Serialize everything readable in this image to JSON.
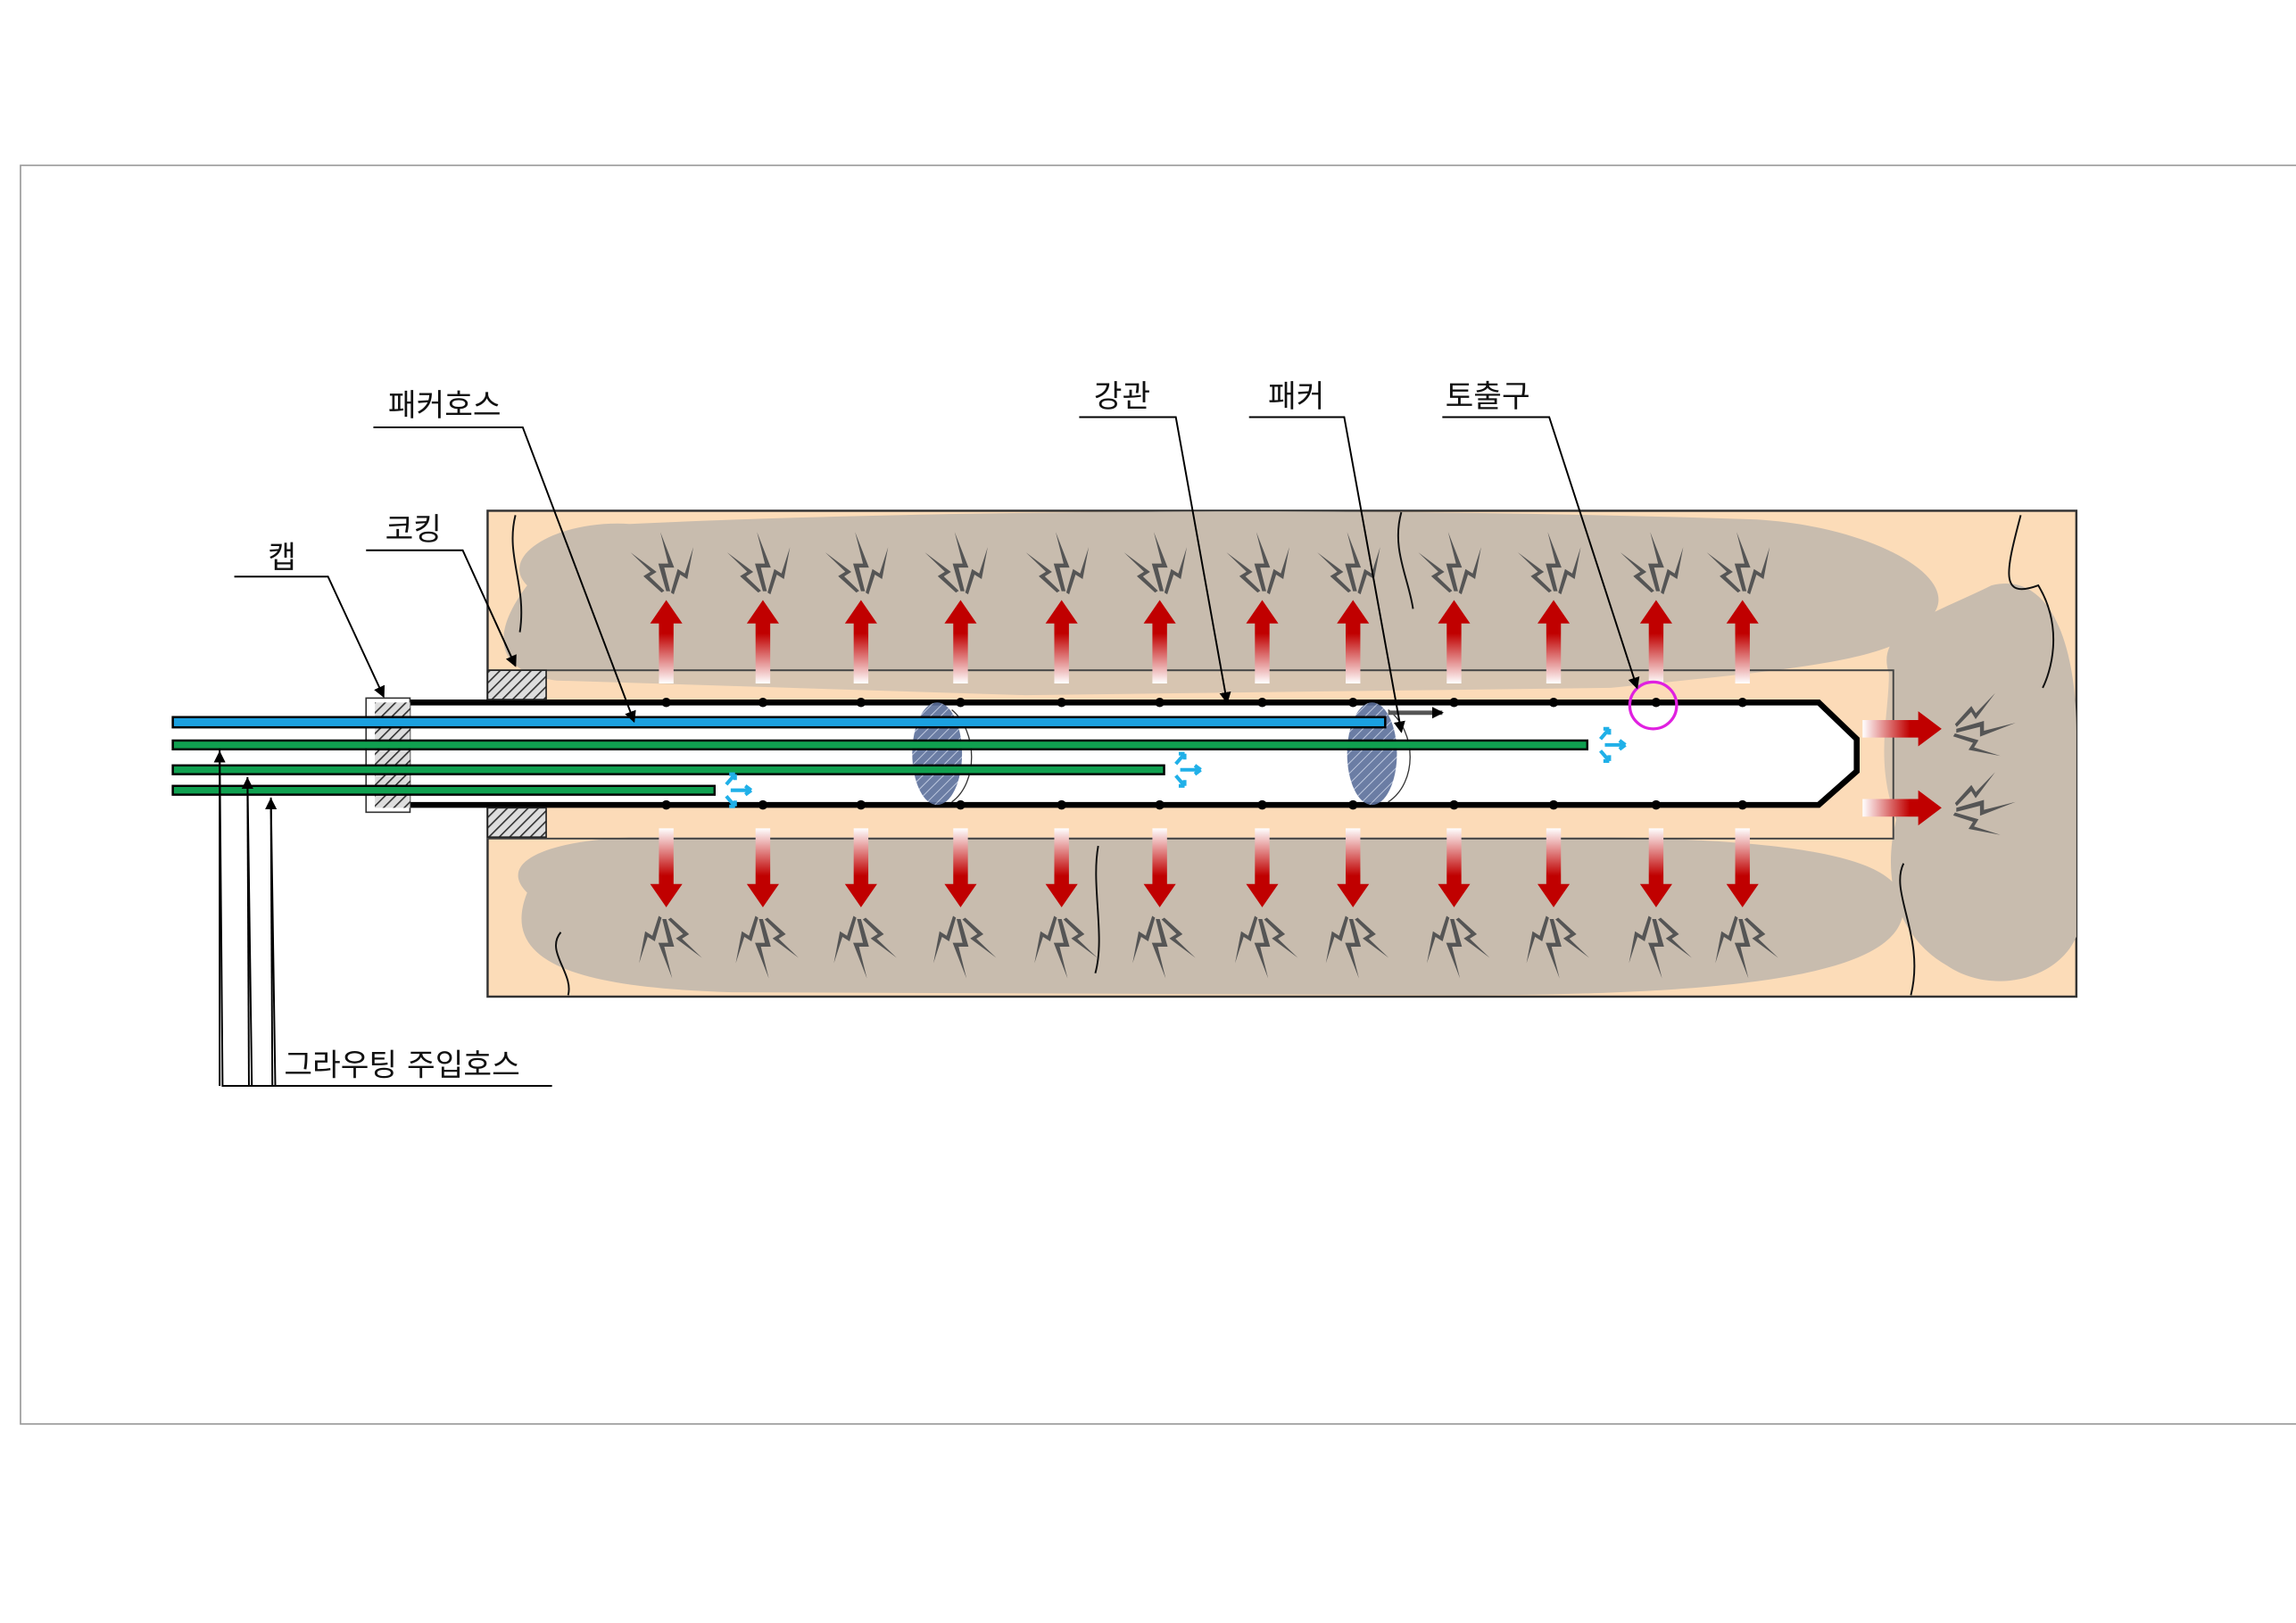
{
  "labels": {
    "packer_hose": "패커호스",
    "steel_pipe": "강관",
    "packer": "패커",
    "outlet": "토출구",
    "caulking": "코킹",
    "cap": "캡",
    "grouting_hose": "그라우팅 주입호스"
  },
  "colors": {
    "ground": "#fcdcb8",
    "grout": "#c8bcae",
    "packer_hose": "#1aa0e0",
    "grout_hose": "#10a050",
    "pressure_arrow": "#c00000",
    "crack": "#555555",
    "flow_arrow": "#20b0e8",
    "highlight": "#e020e0"
  }
}
